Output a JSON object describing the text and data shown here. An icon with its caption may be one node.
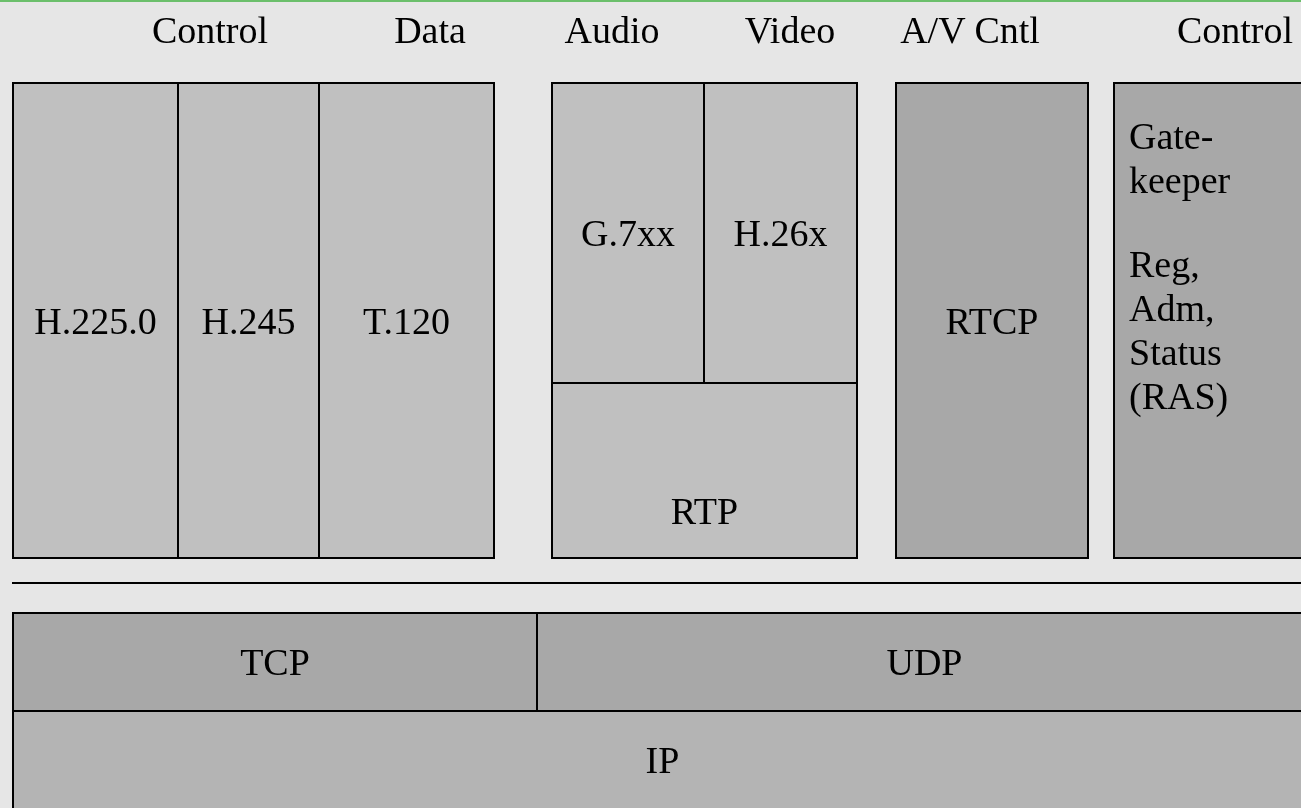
{
  "diagram": {
    "nodes": [
      {
        "text": [
          "H.225.0"
        ]
      },
      {
        "text": [
          "H.245"
        ]
      },
      {
        "text": [
          "T.120"
        ]
      },
      {
        "text": [
          "G.7xx"
        ]
      },
      {
        "text": [
          "H.26x"
        ]
      },
      {
        "text": [
          "RTP"
        ]
      },
      {
        "text": [
          "RTCP"
        ]
      },
      {
        "text": [
          "Gate-keeper",
          "Reg, Adm, Status (RAS)"
        ]
      },
      {
        "text": [
          "TCP"
        ]
      },
      {
        "text": [
          "UDP"
        ]
      },
      {
        "text": [
          "IP"
        ]
      }
    ],
    "labels": [
      "Control",
      "Data",
      "Audio",
      "Video",
      "A/V Cntl",
      "Control"
    ]
  }
}
